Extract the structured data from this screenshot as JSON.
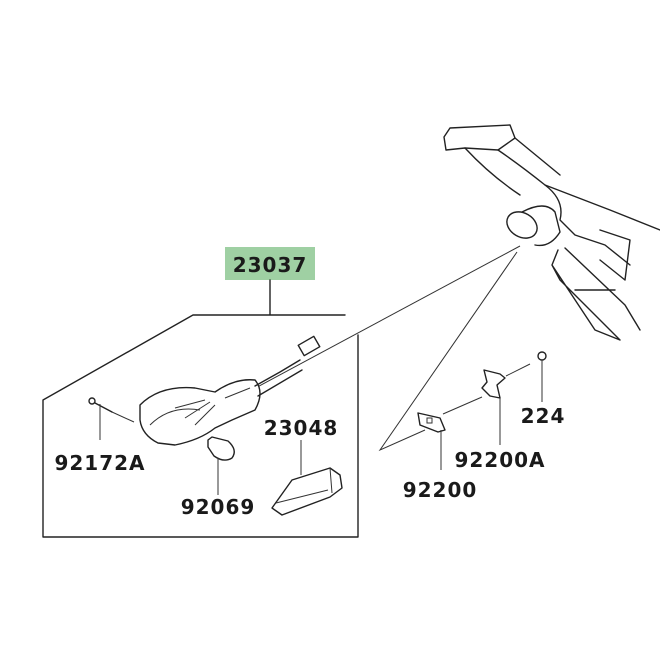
{
  "diagram": {
    "highlight_color": "#9fd0a3",
    "parts": {
      "assembly": "23037",
      "screw": "92172A",
      "bulb": "92069",
      "lens": "23048",
      "plate": "92200",
      "bracket": "92200A",
      "bolt": "224"
    }
  }
}
